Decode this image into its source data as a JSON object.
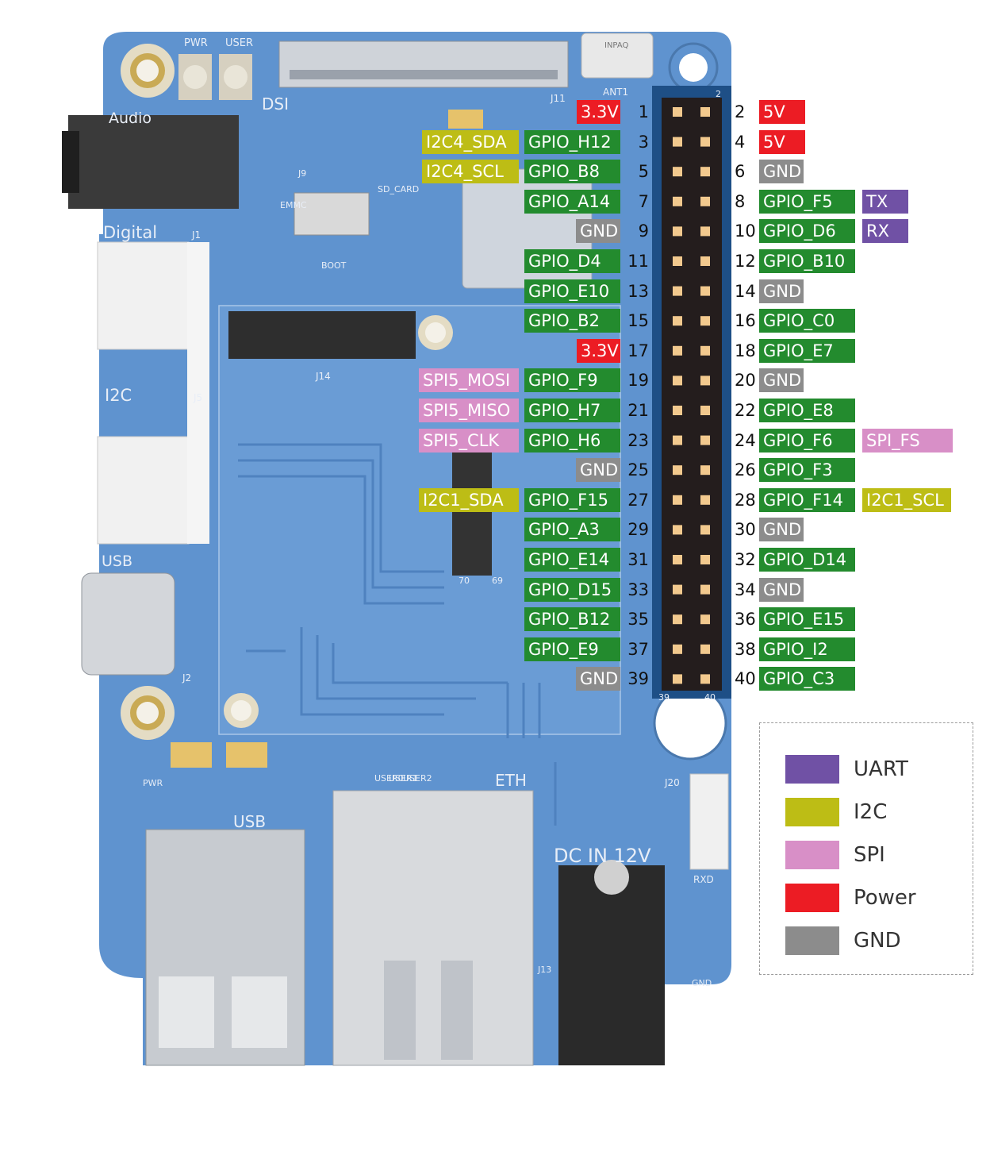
{
  "colors": {
    "uart": "#7051a5",
    "i2c": "#bdbd15",
    "spi": "#d88fc7",
    "power": "#ec1c24",
    "gnd": "#8c8c8c",
    "gpio": "#238b2e"
  },
  "silkscreen": {
    "pwr": "PWR",
    "user": "USER",
    "audio": "Audio",
    "dsi": "DSI",
    "j11": "J11",
    "ant1": "ANT1",
    "antenna_brand": "INPAQ",
    "digital": "Digital",
    "j1": "J1",
    "i2c": "I2C",
    "j5": "J5",
    "usb_side": "USB",
    "j2": "J2",
    "j14": "J14",
    "pin70": "70",
    "pin69": "69",
    "sd_card": "SD_CARD",
    "emmc": "EMMC",
    "boot": "BOOT",
    "j9": "J9",
    "eth": "ETH",
    "usb_bottom": "USB",
    "dc_in": "DC IN 12V",
    "j20": "J20",
    "j13": "J13",
    "rxd": "RXD",
    "gnd_silk": "GND",
    "user2": "USER2",
    "user1": "USER1",
    "user0": "USER0",
    "pwr_led": "PWR",
    "header_top_right": "2",
    "header_bottom_left": "39",
    "header_bottom_right": "40"
  },
  "pins_left": [
    {
      "num": "1",
      "labels": [
        {
          "text": "3.3V",
          "kind": "power"
        }
      ]
    },
    {
      "num": "3",
      "labels": [
        {
          "text": "GPIO_H12",
          "kind": "gpio"
        },
        {
          "text": "I2C4_SDA",
          "kind": "i2c"
        }
      ]
    },
    {
      "num": "5",
      "labels": [
        {
          "text": "GPIO_B8",
          "kind": "gpio"
        },
        {
          "text": "I2C4_SCL",
          "kind": "i2c"
        }
      ]
    },
    {
      "num": "7",
      "labels": [
        {
          "text": "GPIO_A14",
          "kind": "gpio"
        }
      ]
    },
    {
      "num": "9",
      "labels": [
        {
          "text": "GND",
          "kind": "gnd"
        }
      ]
    },
    {
      "num": "11",
      "labels": [
        {
          "text": "GPIO_D4",
          "kind": "gpio"
        }
      ]
    },
    {
      "num": "13",
      "labels": [
        {
          "text": "GPIO_E10",
          "kind": "gpio"
        }
      ]
    },
    {
      "num": "15",
      "labels": [
        {
          "text": "GPIO_B2",
          "kind": "gpio"
        }
      ]
    },
    {
      "num": "17",
      "labels": [
        {
          "text": "3.3V",
          "kind": "power"
        }
      ]
    },
    {
      "num": "19",
      "labels": [
        {
          "text": "GPIO_F9",
          "kind": "gpio"
        },
        {
          "text": "SPI5_MOSI",
          "kind": "spi"
        }
      ]
    },
    {
      "num": "21",
      "labels": [
        {
          "text": "GPIO_H7",
          "kind": "gpio"
        },
        {
          "text": "SPI5_MISO",
          "kind": "spi"
        }
      ]
    },
    {
      "num": "23",
      "labels": [
        {
          "text": "GPIO_H6",
          "kind": "gpio"
        },
        {
          "text": "SPI5_CLK",
          "kind": "spi"
        }
      ]
    },
    {
      "num": "25",
      "labels": [
        {
          "text": "GND",
          "kind": "gnd"
        }
      ]
    },
    {
      "num": "27",
      "labels": [
        {
          "text": "GPIO_F15",
          "kind": "gpio"
        },
        {
          "text": "I2C1_SDA",
          "kind": "i2c"
        }
      ]
    },
    {
      "num": "29",
      "labels": [
        {
          "text": "GPIO_A3",
          "kind": "gpio"
        }
      ]
    },
    {
      "num": "31",
      "labels": [
        {
          "text": "GPIO_E14",
          "kind": "gpio"
        }
      ]
    },
    {
      "num": "33",
      "labels": [
        {
          "text": "GPIO_D15",
          "kind": "gpio"
        }
      ]
    },
    {
      "num": "35",
      "labels": [
        {
          "text": "GPIO_B12",
          "kind": "gpio"
        }
      ]
    },
    {
      "num": "37",
      "labels": [
        {
          "text": "GPIO_E9",
          "kind": "gpio"
        }
      ]
    },
    {
      "num": "39",
      "labels": [
        {
          "text": "GND",
          "kind": "gnd"
        }
      ]
    }
  ],
  "pins_right": [
    {
      "num": "2",
      "labels": [
        {
          "text": "5V",
          "kind": "power"
        }
      ]
    },
    {
      "num": "4",
      "labels": [
        {
          "text": "5V",
          "kind": "power"
        }
      ]
    },
    {
      "num": "6",
      "labels": [
        {
          "text": "GND",
          "kind": "gnd"
        }
      ]
    },
    {
      "num": "8",
      "labels": [
        {
          "text": "GPIO_F5",
          "kind": "gpio"
        },
        {
          "text": "TX",
          "kind": "uart"
        }
      ]
    },
    {
      "num": "10",
      "labels": [
        {
          "text": "GPIO_D6",
          "kind": "gpio"
        },
        {
          "text": "RX",
          "kind": "uart"
        }
      ]
    },
    {
      "num": "12",
      "labels": [
        {
          "text": "GPIO_B10",
          "kind": "gpio"
        }
      ]
    },
    {
      "num": "14",
      "labels": [
        {
          "text": "GND",
          "kind": "gnd"
        }
      ]
    },
    {
      "num": "16",
      "labels": [
        {
          "text": "GPIO_C0",
          "kind": "gpio"
        }
      ]
    },
    {
      "num": "18",
      "labels": [
        {
          "text": "GPIO_E7",
          "kind": "gpio"
        }
      ]
    },
    {
      "num": "20",
      "labels": [
        {
          "text": "GND",
          "kind": "gnd"
        }
      ]
    },
    {
      "num": "22",
      "labels": [
        {
          "text": "GPIO_E8",
          "kind": "gpio"
        }
      ]
    },
    {
      "num": "24",
      "labels": [
        {
          "text": "GPIO_F6",
          "kind": "gpio"
        },
        {
          "text": "SPI_FS",
          "kind": "spi"
        }
      ]
    },
    {
      "num": "26",
      "labels": [
        {
          "text": "GPIO_F3",
          "kind": "gpio"
        }
      ]
    },
    {
      "num": "28",
      "labels": [
        {
          "text": "GPIO_F14",
          "kind": "gpio"
        },
        {
          "text": "I2C1_SCL",
          "kind": "i2c"
        }
      ]
    },
    {
      "num": "30",
      "labels": [
        {
          "text": "GND",
          "kind": "gnd"
        }
      ]
    },
    {
      "num": "32",
      "labels": [
        {
          "text": "GPIO_D14",
          "kind": "gpio"
        }
      ]
    },
    {
      "num": "34",
      "labels": [
        {
          "text": "GND",
          "kind": "gnd"
        }
      ]
    },
    {
      "num": "36",
      "labels": [
        {
          "text": "GPIO_E15",
          "kind": "gpio"
        }
      ]
    },
    {
      "num": "38",
      "labels": [
        {
          "text": "GPIO_I2",
          "kind": "gpio"
        }
      ]
    },
    {
      "num": "40",
      "labels": [
        {
          "text": "GPIO_C3",
          "kind": "gpio"
        }
      ]
    }
  ],
  "legend": [
    {
      "label": "UART",
      "kind": "uart"
    },
    {
      "label": "I2C",
      "kind": "i2c"
    },
    {
      "label": "SPI",
      "kind": "spi"
    },
    {
      "label": "Power",
      "kind": "power"
    },
    {
      "label": "GND",
      "kind": "gnd"
    }
  ]
}
